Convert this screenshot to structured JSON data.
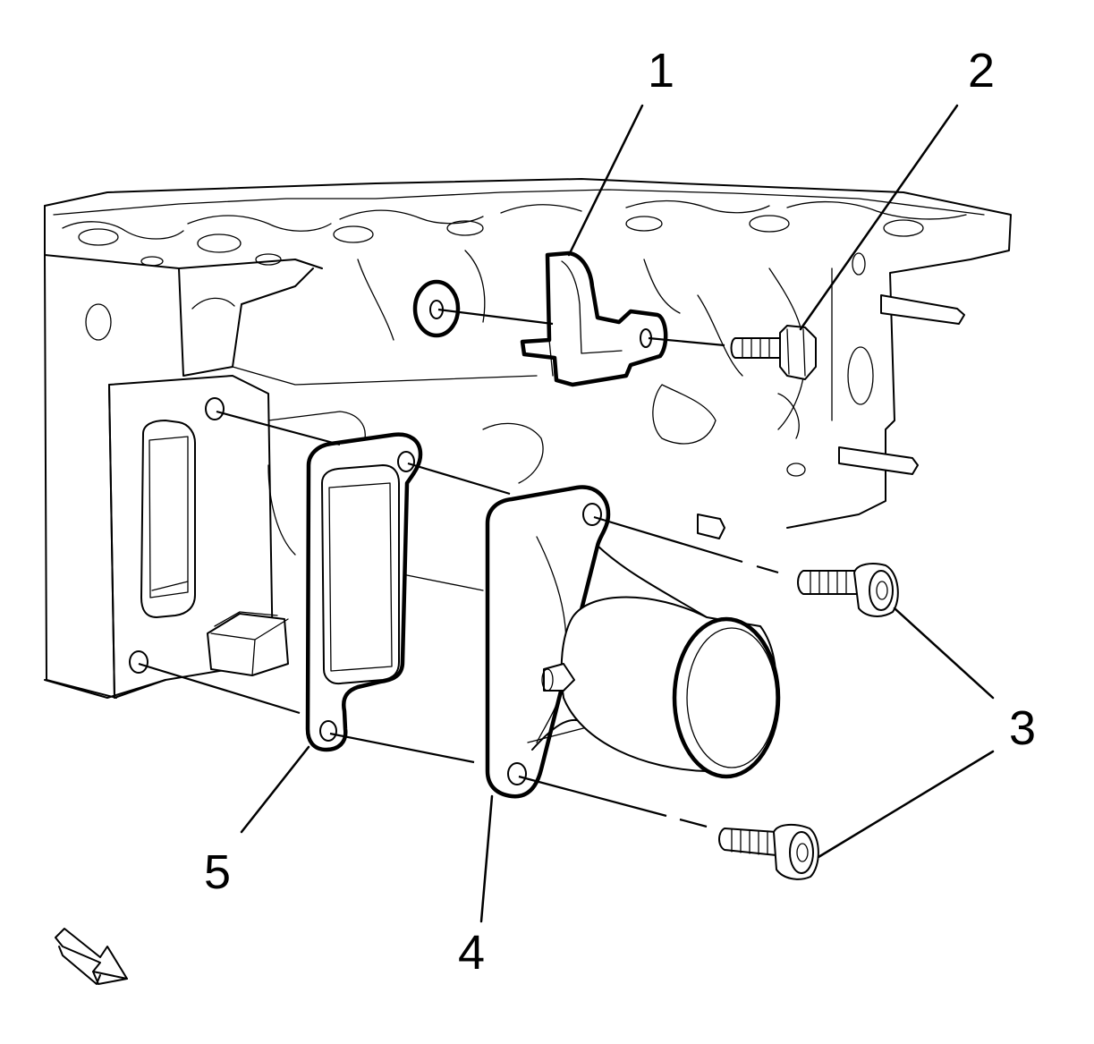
{
  "callouts": [
    {
      "id": "1",
      "label": "1"
    },
    {
      "id": "2",
      "label": "2"
    },
    {
      "id": "3",
      "label": "3"
    },
    {
      "id": "4",
      "label": "4"
    },
    {
      "id": "5",
      "label": "5"
    }
  ],
  "icons": {
    "view_arrow": "view-direction-arrow-icon"
  }
}
